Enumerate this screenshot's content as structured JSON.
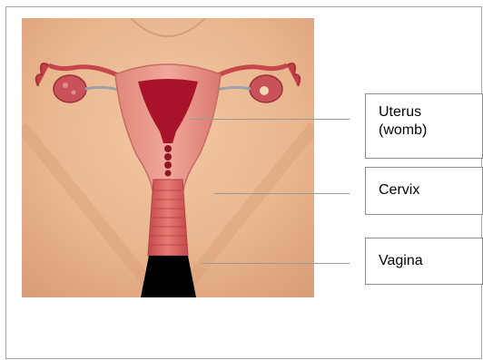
{
  "labels": {
    "uterus": {
      "line1": "Uterus",
      "line2": "(womb)"
    },
    "cervix": "Cervix",
    "vagina": "Vagina"
  },
  "colors": {
    "skin": "#e9b58d",
    "tissue": "#c95b52",
    "cavity": "#a9132a",
    "shadow": "#000000"
  }
}
